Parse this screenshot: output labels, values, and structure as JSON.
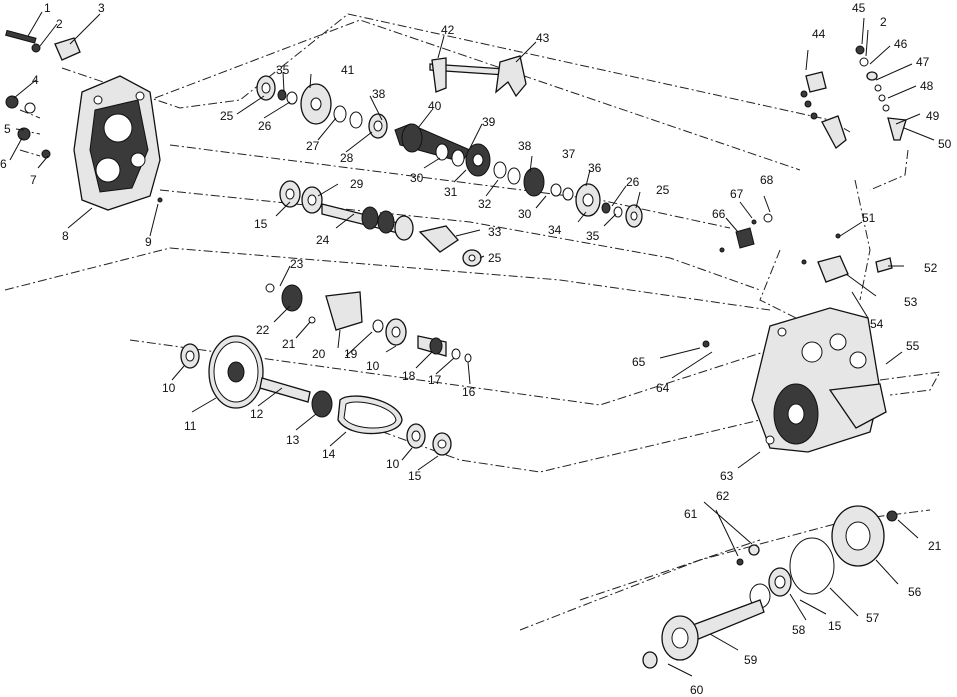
{
  "callouts": [
    "1",
    "2",
    "3",
    "4",
    "5",
    "6",
    "7",
    "8",
    "9",
    "10",
    "11",
    "12",
    "13",
    "14",
    "15",
    "16",
    "17",
    "18",
    "19",
    "20",
    "21",
    "22",
    "23",
    "24",
    "25",
    "26",
    "27",
    "28",
    "29",
    "30",
    "31",
    "32",
    "33",
    "34",
    "35",
    "36",
    "37",
    "38",
    "39",
    "40",
    "41",
    "42",
    "43",
    "44",
    "45",
    "46",
    "47",
    "48",
    "49",
    "50",
    "51",
    "52",
    "53",
    "54",
    "55",
    "56",
    "57",
    "58",
    "59",
    "60",
    "61",
    "62",
    "63",
    "64",
    "65",
    "66",
    "67",
    "68"
  ],
  "labels": [
    {
      "text": "1"
    },
    {
      "text": "2"
    },
    {
      "text": "3"
    },
    {
      "text": "4"
    },
    {
      "text": "5"
    },
    {
      "text": "6"
    },
    {
      "text": "7"
    },
    {
      "text": "8"
    },
    {
      "text": "9"
    },
    {
      "text": "25"
    },
    {
      "text": "35"
    },
    {
      "text": "26"
    },
    {
      "text": "41"
    },
    {
      "text": "38"
    },
    {
      "text": "27"
    },
    {
      "text": "28"
    },
    {
      "text": "40"
    },
    {
      "text": "42"
    },
    {
      "text": "43"
    },
    {
      "text": "39"
    },
    {
      "text": "30"
    },
    {
      "text": "38"
    },
    {
      "text": "31"
    },
    {
      "text": "37"
    },
    {
      "text": "32"
    },
    {
      "text": "36"
    },
    {
      "text": "30"
    },
    {
      "text": "26"
    },
    {
      "text": "25"
    },
    {
      "text": "34"
    },
    {
      "text": "35"
    },
    {
      "text": "15"
    },
    {
      "text": "29"
    },
    {
      "text": "24"
    },
    {
      "text": "33"
    },
    {
      "text": "25"
    },
    {
      "text": "23"
    },
    {
      "text": "22"
    },
    {
      "text": "21"
    },
    {
      "text": "20"
    },
    {
      "text": "19"
    },
    {
      "text": "10"
    },
    {
      "text": "18"
    },
    {
      "text": "17"
    },
    {
      "text": "16"
    },
    {
      "text": "10"
    },
    {
      "text": "11"
    },
    {
      "text": "12"
    },
    {
      "text": "13"
    },
    {
      "text": "14"
    },
    {
      "text": "10"
    },
    {
      "text": "15"
    },
    {
      "text": "44"
    },
    {
      "text": "45"
    },
    {
      "text": "2"
    },
    {
      "text": "46"
    },
    {
      "text": "47"
    },
    {
      "text": "48"
    },
    {
      "text": "49"
    },
    {
      "text": "50"
    },
    {
      "text": "68"
    },
    {
      "text": "67"
    },
    {
      "text": "66"
    },
    {
      "text": "51"
    },
    {
      "text": "52"
    },
    {
      "text": "53"
    },
    {
      "text": "54"
    },
    {
      "text": "55"
    },
    {
      "text": "65"
    },
    {
      "text": "64"
    },
    {
      "text": "63"
    },
    {
      "text": "61"
    },
    {
      "text": "62"
    },
    {
      "text": "21"
    },
    {
      "text": "56"
    },
    {
      "text": "57"
    },
    {
      "text": "58"
    },
    {
      "text": "15"
    },
    {
      "text": "59"
    },
    {
      "text": "60"
    }
  ]
}
